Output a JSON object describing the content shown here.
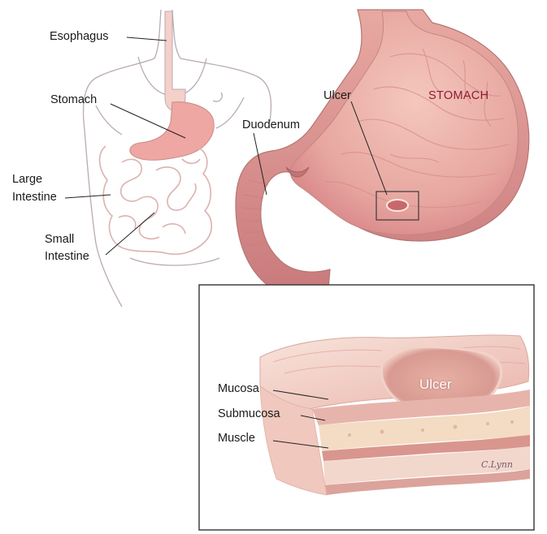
{
  "labels": {
    "esophagus": "Esophagus",
    "stomach": "Stomach",
    "large_intestine_1": "Large",
    "large_intestine_2": "Intestine",
    "small_intestine_1": "Small",
    "small_intestine_2": "Intestine",
    "duodenum": "Duodenum",
    "ulcer": "Ulcer",
    "stomach_caps": "STOMACH",
    "mucosa": "Mucosa",
    "submucosa": "Submucosa",
    "muscle": "Muscle",
    "ulcer_inset": "Ulcer",
    "artist_signature": "C.Lynn"
  },
  "colors": {
    "outline": "#b9aab5",
    "stomach_fill": "#ecaaa4",
    "stomach_wall": "#d98a88",
    "tissue_light": "#f6ddd2",
    "tissue_mid": "#e7b3a8",
    "submucosa": "#f3dcc3",
    "muscle": "#d9968e",
    "label_red": "#8e1b34",
    "inset_border": "#333333"
  }
}
